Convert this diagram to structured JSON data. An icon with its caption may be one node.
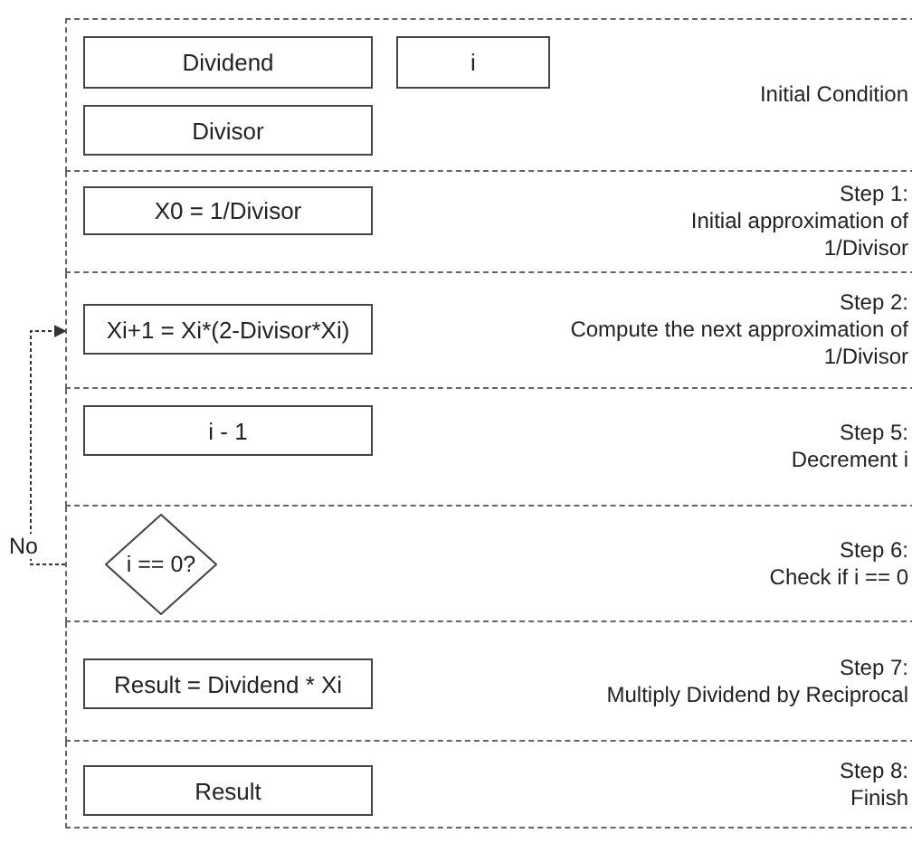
{
  "diagram": {
    "nodes": [
      {
        "text": [
          "Initial Condition"
        ]
      },
      {
        "text": [
          "Dividend"
        ],
        "in": 0
      },
      {
        "text": [
          "i"
        ],
        "in": 0
      },
      {
        "text": [
          "Divisor"
        ],
        "in": 0
      },
      {
        "text": [
          "Step 1:",
          "Initial approximation of 1/Divisor"
        ]
      },
      {
        "text": [
          "X0 = 1/Divisor"
        ],
        "in": 4
      },
      {
        "text": [
          "Step 2:",
          "Compute the next approximation of 1/Divisor"
        ]
      },
      {
        "text": [
          "Xi+1 = Xi*(2-Divisor*Xi)"
        ],
        "in": 6
      },
      {
        "text": [
          "Step 5:",
          "Decrement i"
        ]
      },
      {
        "text": [
          "i - 1"
        ],
        "in": 8
      },
      {
        "text": [
          "Step 6:",
          "Check if i == 0"
        ]
      },
      {
        "text": [
          "i == 0?"
        ],
        "in": 10
      },
      {
        "text": [
          "Step 7:",
          "Multiply Dividend by Reciprocal"
        ]
      },
      {
        "text": [
          "Result = Dividend * Xi"
        ],
        "in": 12
      },
      {
        "text": [
          "Step 8:",
          "Finish"
        ]
      },
      {
        "text": [
          "Result"
        ],
        "in": 14
      }
    ],
    "edges": [
      {
        "from": 10,
        "to": 6,
        "arrow": "to",
        "label": "No",
        "style": "dashed"
      }
    ]
  }
}
